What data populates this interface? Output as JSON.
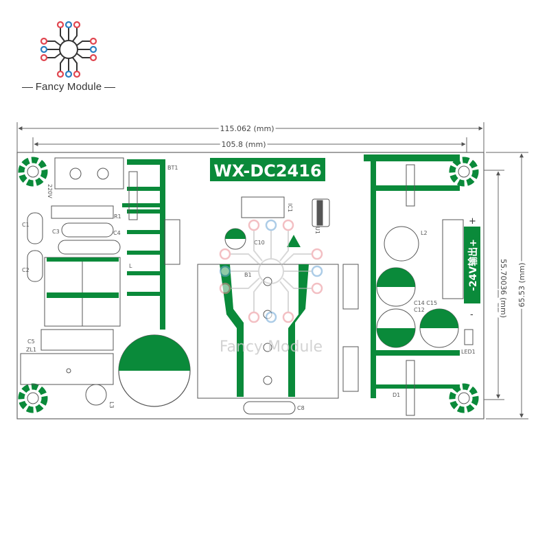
{
  "brand": {
    "name": "Fancy Module",
    "watermark": "Fancy Module"
  },
  "dimensions": {
    "overall_width": "115.062 (mm)",
    "hole_spacing_width": "105.8 (mm)",
    "hole_spacing_height": "55.70036 (mm)",
    "overall_height": "65.53 (mm)"
  },
  "board": {
    "model": "WX-DC2416",
    "output_label": "-24V输出+",
    "input_label": "220V",
    "silkscreen": {
      "bt1": "BT1",
      "c1": "C1",
      "c2": "C2",
      "c3": "C3",
      "c4": "C4",
      "c5": "C5",
      "c8": "C8",
      "c10": "C10",
      "c12": "C12",
      "c14c15": "C14 C15",
      "r1": "R1",
      "l1": "L",
      "l2": "L2",
      "l3": "L3",
      "zl1": "ZL1",
      "b1": "B1",
      "u1": "U1",
      "ic1": "IC1",
      "d1": "D1",
      "led1": "LED1",
      "plus": "+",
      "minus": "-"
    }
  },
  "colors": {
    "trace": "#0a8a3a",
    "outline": "#555555",
    "dimension": "#666666",
    "logo_red": "#e0454f",
    "logo_blue": "#2a7fc1"
  }
}
